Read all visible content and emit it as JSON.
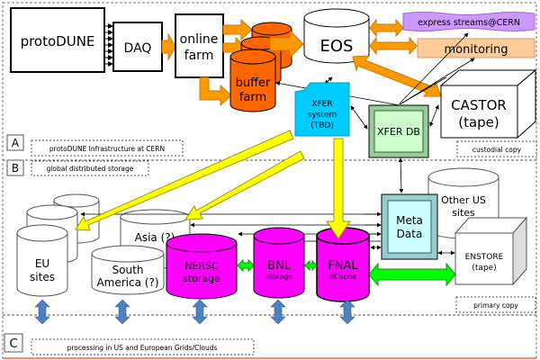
{
  "nodes": {
    "protodune": "protoDUNE",
    "daq": "DAQ",
    "online_farm": [
      "online",
      "farm"
    ],
    "buffer_farm": [
      "buffer",
      "farm"
    ],
    "eos": "EOS",
    "express_streams": "express streams@CERN",
    "monitoring": "monitoring",
    "castor": [
      "CASTOR",
      "(tape)"
    ],
    "xfer_system": [
      "XFER",
      "system",
      "(TBD)"
    ],
    "xfer_db": "XFER DB",
    "eu_sites": [
      "EU",
      "sites"
    ],
    "asia": "Asia (?)",
    "south_america": [
      "South",
      "America (?)"
    ],
    "nersc": [
      "NERSC",
      "storage"
    ],
    "bnl": [
      "BNL",
      "storage"
    ],
    "fnal": [
      "FNAL",
      "dCache"
    ],
    "meta_data": [
      "Meta",
      "Data"
    ],
    "other_us": [
      "Other US",
      "sites"
    ],
    "enstore": [
      "ENSTORE",
      "(tape)"
    ]
  },
  "sections": {
    "a": {
      "letter": "A",
      "caption": "protoDUNE Infrastructure at CERN"
    },
    "b": {
      "letter": "B",
      "caption": "global distributed storage"
    },
    "c": {
      "letter": "C",
      "caption": "processing in US and European Grids/Clouds"
    }
  },
  "notes": {
    "custodial": "custodial copy",
    "primary": "primary copy"
  },
  "colors": {
    "orange_arrow": "#ff9900",
    "buffer": "#ff6600",
    "express": "#cc99ff",
    "monitoring": "#ffcc99",
    "xfer_system": "#00ccff",
    "xfer_db": "#ccffcc",
    "meta_data": "#ccffff",
    "magenta": "#ff00ff",
    "yellow": "#ffff00",
    "green": "#00ff00",
    "blue_arrow": "#4f81bd"
  }
}
